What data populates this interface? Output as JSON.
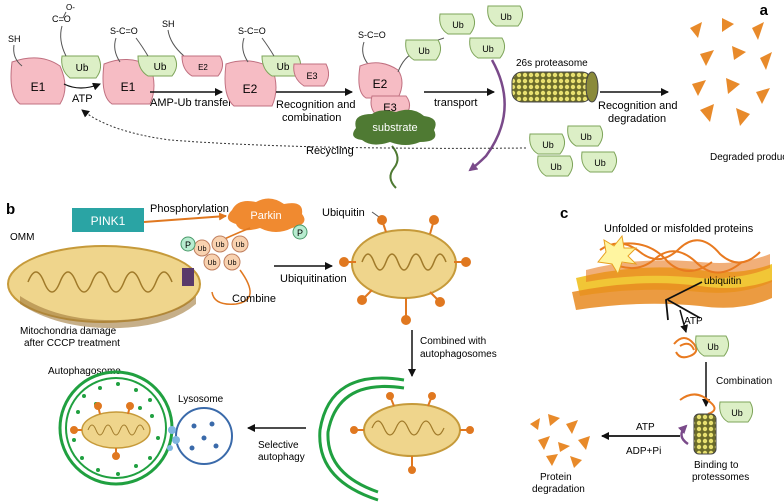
{
  "panels": {
    "a": {
      "label": "a",
      "group_labels": {
        "sh": "SH",
        "co": "C=O",
        "o_minus": "O-",
        "sc_o": "S-C=O"
      },
      "proteins": {
        "e1": "E1",
        "e2": "E2",
        "e3": "E3",
        "ub": "Ub"
      },
      "step_labels": {
        "atp": "ATP",
        "amp_ub_transfer": "AMP-Ub transfer",
        "recognition_combination_1": "Recognition and",
        "recognition_combination_2": "combination",
        "transport": "transport",
        "proteasome": "26s proteasome",
        "recognition_degradation_1": "Recognition and",
        "recognition_degradation_2": "degradation",
        "recycling": "Recycling",
        "degraded_product": "Degraded product",
        "substrate": "substrate"
      }
    },
    "b": {
      "label": "b",
      "labels": {
        "pink1": "PINK1",
        "parkin": "Parkin",
        "phosphorylation": "Phosphorylation",
        "p": "P",
        "ub": "Ub",
        "omm": "OMM",
        "ubiquitin": "Ubiquitin",
        "ubiquitination": "Ubiquitination",
        "combine": "Combine",
        "mito_damage_1": "Mitochondria damage",
        "mito_damage_2": "after CCCP treatment",
        "combined_with_1": "Combined with",
        "combined_with_2": "autophagosomes",
        "autophagosome": "Autophagosome",
        "lysosome": "Lysosome",
        "selective_1": "Selective",
        "selective_2": "autophagy"
      }
    },
    "c": {
      "label": "c",
      "labels": {
        "unfolded": "Unfolded or misfolded proteins",
        "ubiquitin": "ubiquitin",
        "atp_top": "ATP",
        "ub": "Ub",
        "combination": "Combination",
        "atp": "ATP",
        "adp_pi": "ADP+Pi",
        "binding_1": "Binding to",
        "binding_2": "protessomes",
        "protein_deg_1": "Protein",
        "protein_deg_2": "degradation"
      }
    }
  },
  "colors": {
    "e_fill": "#f6bcc4",
    "e_stroke": "#c07080",
    "ub_fill": "#dcefc6",
    "ub_stroke": "#7ea45a",
    "substrate": "#4f7a33",
    "orange": "#f08a30",
    "mito_fill": "#efd58c",
    "mito_stroke": "#c69a3a",
    "pink1": "#2aa4a4",
    "autophagosome": "#20a040",
    "lysosome": "#3a6aaa",
    "purple": "#7a4a8a"
  }
}
